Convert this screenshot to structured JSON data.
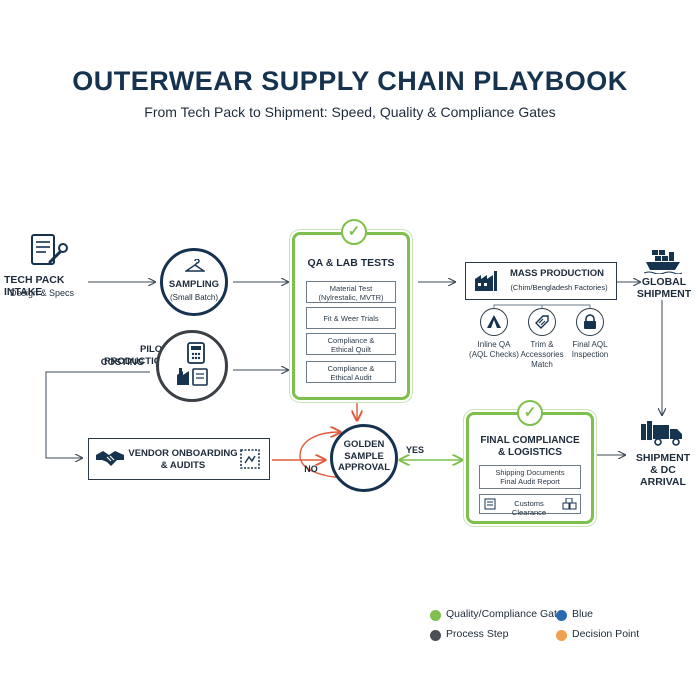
{
  "title": "OUTERWEAR SUPPLY CHAIN PLAYBOOK",
  "subtitle": "From Tech Pack to Shipment: Speed, Quality & Compliance Gates",
  "nodes": {
    "tech_pack": {
      "title": "TECH PACK INTAKE",
      "sub": "Design & Specs",
      "icon": "document-wrench-icon"
    },
    "sampling": {
      "title": "SAMPLING",
      "sub": "(Small Batch)",
      "icon": "hanger-icon"
    },
    "pilot": {
      "title": "PILOT PRODUCTION",
      "sub": "COSTING",
      "icon": "calculator-factory-icon"
    },
    "qa_lab": {
      "title": "QA & LAB TESTS",
      "items": [
        "Material Test\n(Nylrestalic, MVTR)",
        "Fit & Weer Trials",
        "Compliance &\nEthical Quilt",
        "Compliance &\nEthical Audit"
      ]
    },
    "mass_production": {
      "title": "MASS PRODUCTION",
      "sub": "(Chim/Bengladesh Factories)",
      "steps": [
        {
          "label": "Inline QA\n(AQL Checks)",
          "icon": "tent-icon"
        },
        {
          "label": "Trim &\nAccessories\nMatch",
          "icon": "tags-icon"
        },
        {
          "label": "Final AQL\nInspection",
          "icon": "lock-icon"
        }
      ]
    },
    "global_shipment": {
      "title": "GLOBAL\nSHIPMENT",
      "icon": "ship-icon"
    },
    "vendor": {
      "title": "VENDOR ONBOARDING\n& AUDITS",
      "icon": "handshake-icon"
    },
    "golden": {
      "title": "GOLDEN\nSAMPLE\nAPPROVAL"
    },
    "final_compliance": {
      "title": "FINAL COMPLIANCE\n& LOGISTICS",
      "doc": "Shipping Documents\nFinal Audit Report",
      "customs": "Customs Clearance"
    },
    "dc_arrival": {
      "title": "SHIPMENT\n& DC ARRIVAL",
      "icon": "truck-icon"
    }
  },
  "edge_labels": {
    "yes": "YES",
    "no": "NO"
  },
  "legend": [
    {
      "label": "Quality/Compliance Gate",
      "color": "#7fbf4d"
    },
    {
      "label": "Blue",
      "color": "#2a6bb0"
    },
    {
      "label": "Process Step",
      "color": "#4a4f55"
    },
    {
      "label": "Decision Point",
      "color": "#f0a050"
    }
  ],
  "colors": {
    "navy": "#15324f",
    "green": "#7fbf4d",
    "red": "#e05a3a",
    "gray": "#4a4f55",
    "blue": "#2a6bb0"
  }
}
